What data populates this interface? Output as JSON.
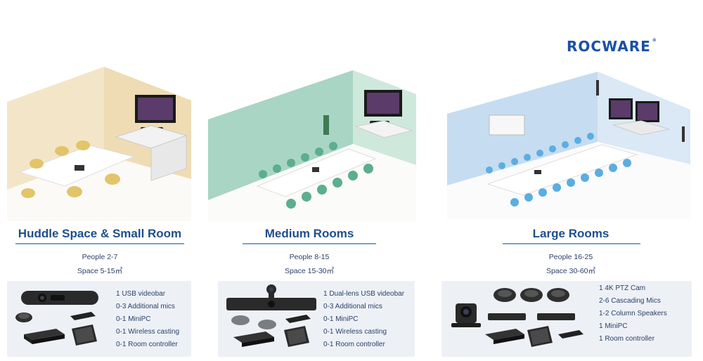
{
  "brand": {
    "name": "ROCWARE",
    "mark": "®"
  },
  "rooms": [
    {
      "title": "Huddle Space & Small Room",
      "people": "People 2-7",
      "space": "Space 5-15㎡",
      "equipment": [
        "1 USB videobar",
        "0-3 Additional mics",
        "0-1 MiniPC",
        "0-1 Wireless casting",
        "0-1 Room controller"
      ]
    },
    {
      "title": "Medium Rooms",
      "people": "People 8-15",
      "space": "Space 15-30㎡",
      "equipment": [
        "1 Dual-lens USB videobar",
        "0-3 Additional mics",
        "0-1 MiniPC",
        "0-1 Wireless casting",
        "0-1 Room controller"
      ]
    },
    {
      "title": "Large Rooms",
      "people": "People 16-25",
      "space": "Space 30-60㎡",
      "equipment": [
        "1 4K PTZ Cam",
        "2-6 Cascading Mics",
        "1-2 Column Speakers",
        "1 MiniPC",
        "1 Room controller"
      ]
    }
  ],
  "colors": {
    "title": "#1f4e8c",
    "text": "#2b3f66",
    "card_bg": "#edf1f6",
    "small_room_wall": "#f2e4c4",
    "medium_room_wall": "#a9d5c4",
    "large_room_wall": "#c6dcf0",
    "medium_chair": "#5cae8e",
    "large_chair": "#5aaee0",
    "small_chair": "#e3c46a"
  },
  "icons": [
    "videobar-icon",
    "mic-pod-icon",
    "minipc-icon",
    "wireless-dongle-icon",
    "room-controller-icon",
    "ptz-camera-icon",
    "column-speaker-icon"
  ]
}
